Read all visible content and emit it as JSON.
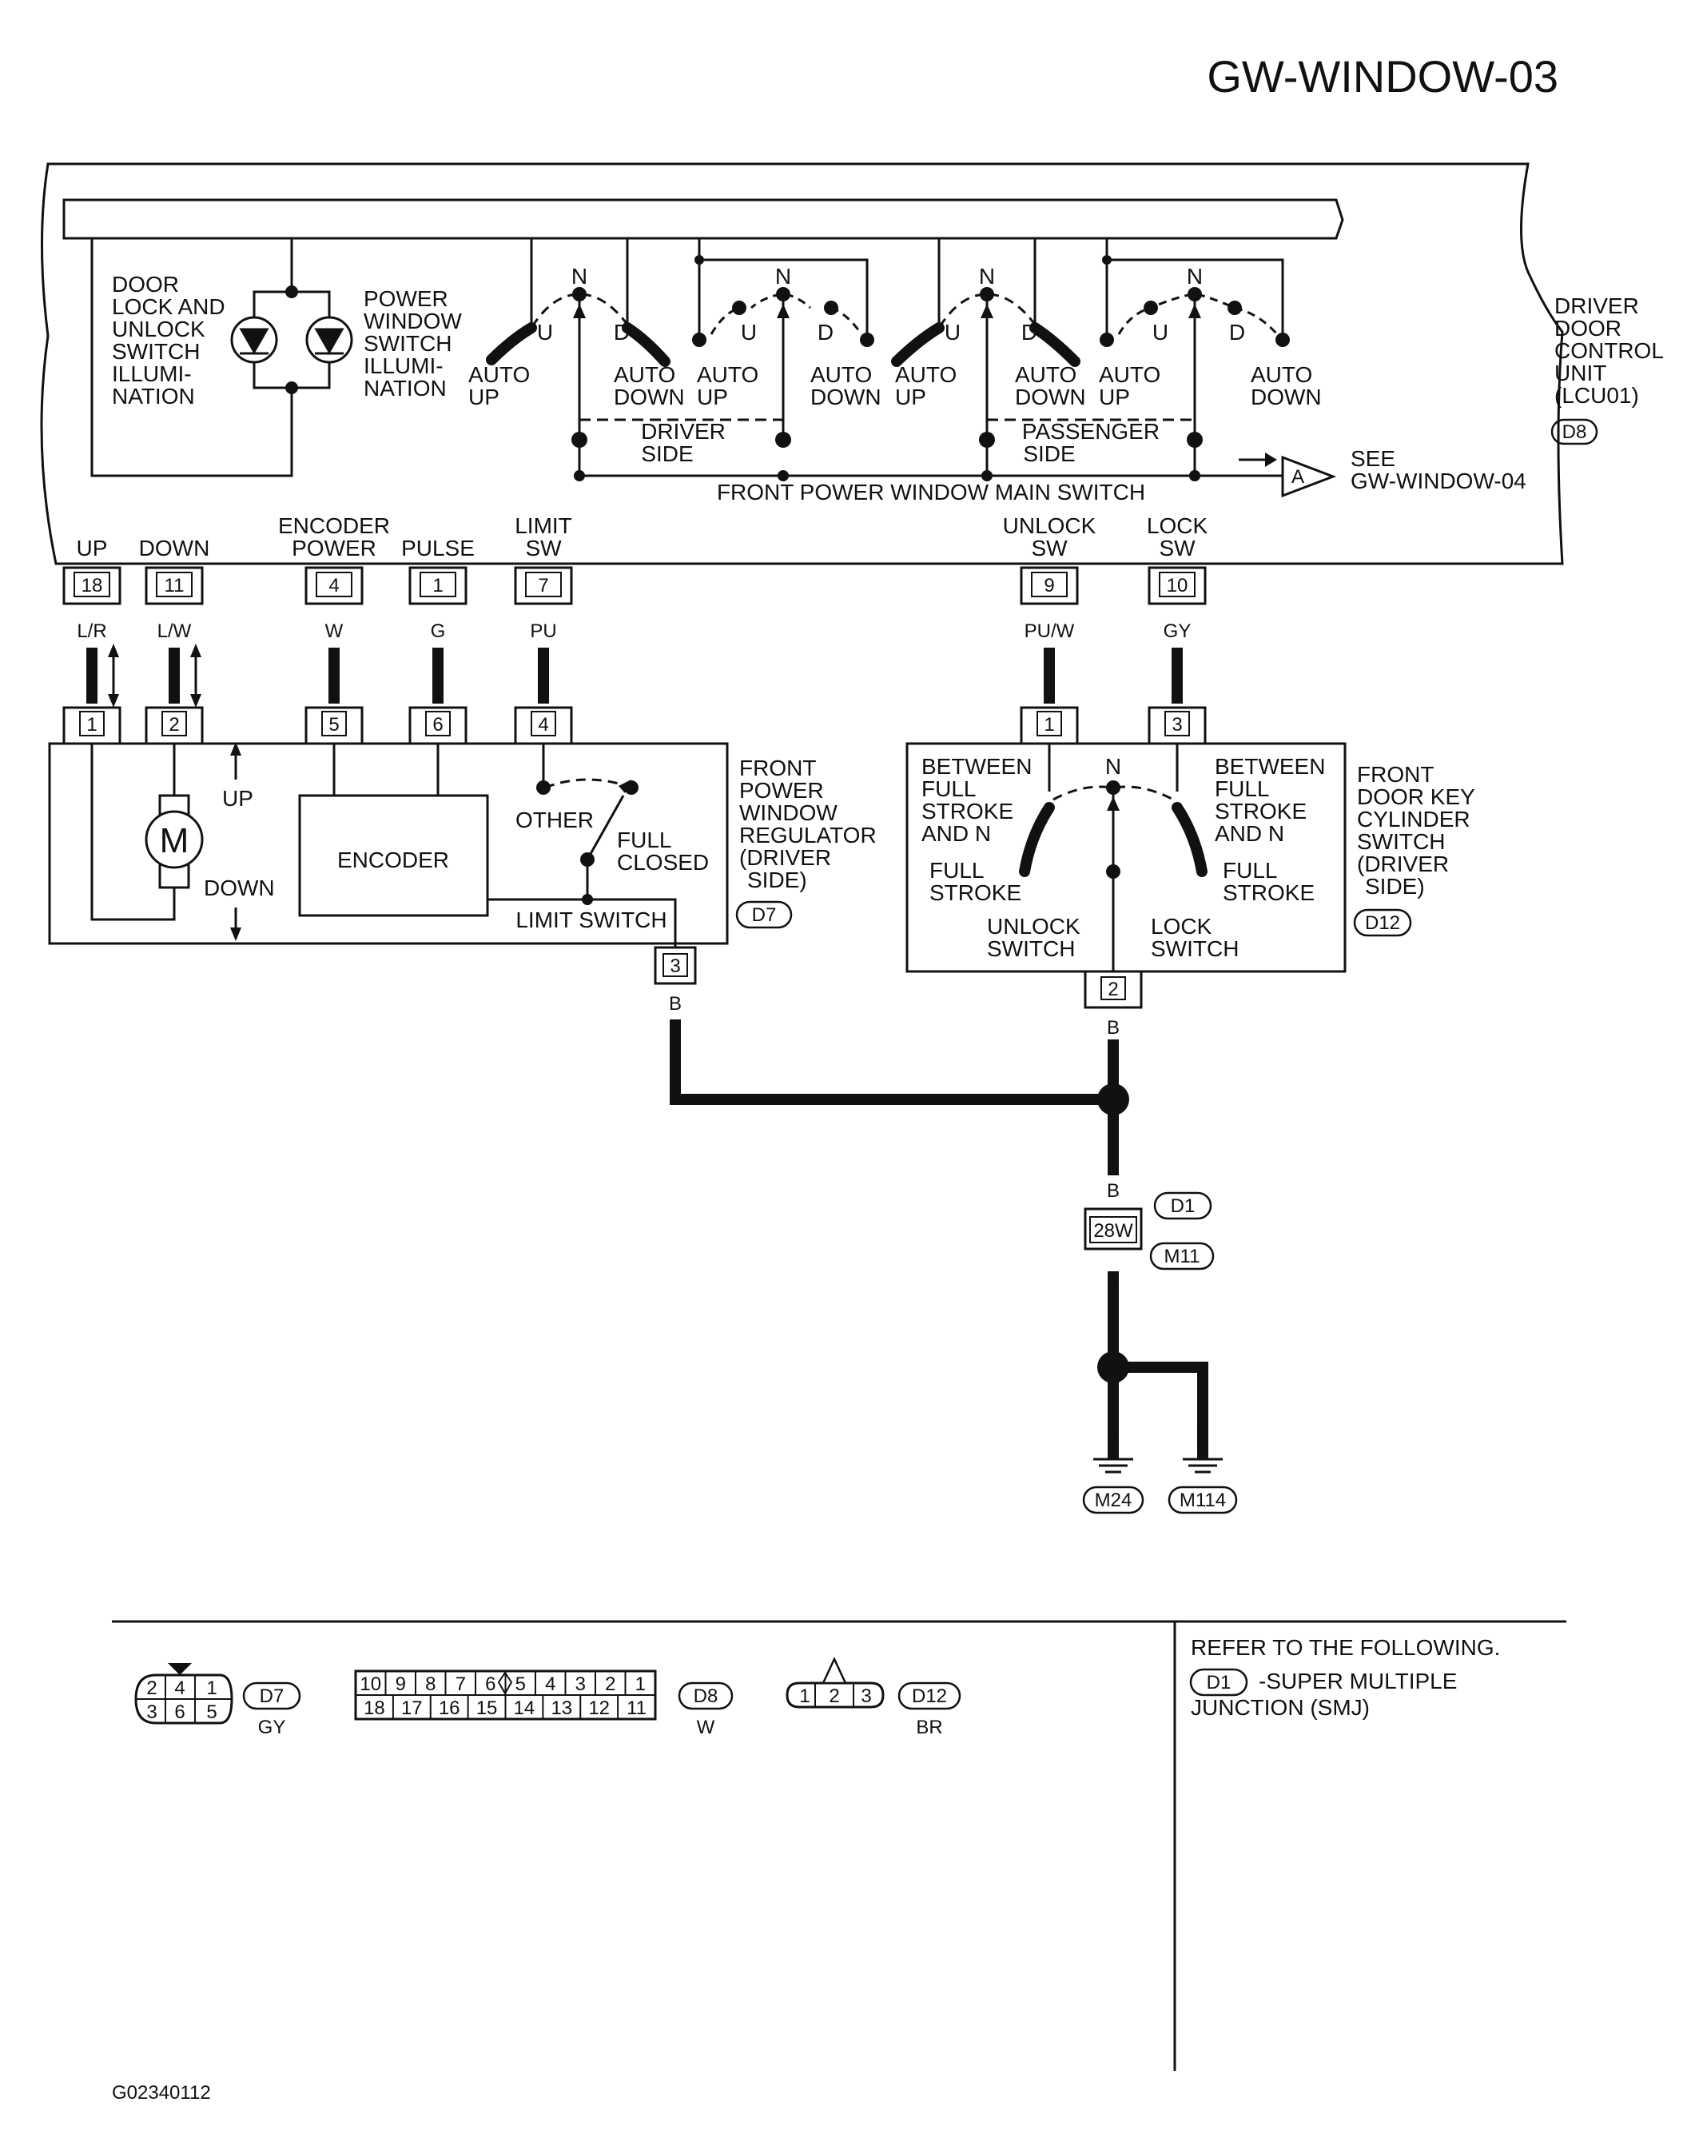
{
  "page_code": "GW-WINDOW-03",
  "figure_id": "G02340112",
  "lcu": {
    "label_lines": [
      "DRIVER",
      "DOOR",
      "CONTROL",
      "UNIT",
      "(LCU01)"
    ],
    "connector": "D8",
    "illum_left_lines": [
      "DOOR",
      "LOCK AND",
      "UNLOCK",
      "SWITCH",
      "ILLUMI-",
      "NATION"
    ],
    "illum_right_lines": [
      "POWER",
      "WINDOW",
      "SWITCH",
      "ILLUMI-",
      "NATION"
    ],
    "main_switch_label": "FRONT POWER WINDOW MAIN SWITCH",
    "driver_side_lines": [
      "DRIVER",
      "SIDE"
    ],
    "passenger_side_lines": [
      "PASSENGER",
      "SIDE"
    ],
    "sw_n": "N",
    "sw_u": "U",
    "sw_d": "D",
    "auto_up_lines": [
      "AUTO",
      "UP"
    ],
    "auto_down_lines": [
      "AUTO",
      "DOWN"
    ],
    "see_label_lines": [
      "SEE",
      "GW-WINDOW-04"
    ],
    "offpage_letter": "A"
  },
  "terminals": [
    {
      "name_lines": [
        "UP"
      ],
      "pin": "18",
      "wire": "L/R",
      "reg_pin": "1"
    },
    {
      "name_lines": [
        "DOWN"
      ],
      "pin": "11",
      "wire": "L/W",
      "reg_pin": "2"
    },
    {
      "name_lines": [
        "ENCODER",
        "POWER"
      ],
      "pin": "4",
      "wire": "W",
      "reg_pin": "5"
    },
    {
      "name_lines": [
        "PULSE"
      ],
      "pin": "1",
      "wire": "G",
      "reg_pin": "6"
    },
    {
      "name_lines": [
        "LIMIT",
        "SW"
      ],
      "pin": "7",
      "wire": "PU",
      "reg_pin": "4"
    },
    {
      "name_lines": [
        "UNLOCK",
        "SW"
      ],
      "pin": "9",
      "wire": "PU/W",
      "reg_pin": "1"
    },
    {
      "name_lines": [
        "LOCK",
        "SW"
      ],
      "pin": "10",
      "wire": "GY",
      "reg_pin": "3"
    }
  ],
  "regulator": {
    "label_lines": [
      "FRONT",
      "POWER",
      "WINDOW",
      "REGULATOR",
      "(DRIVER",
      "SIDE)"
    ],
    "connector": "D7",
    "motor_symbol": "M",
    "up": "UP",
    "down": "DOWN",
    "encoder": "ENCODER",
    "other": "OTHER",
    "full_closed_lines": [
      "FULL",
      "CLOSED"
    ],
    "limit_switch": "LIMIT SWITCH",
    "ground_pin": "3",
    "ground_wire": "B"
  },
  "key_switch": {
    "label_lines": [
      "FRONT",
      "DOOR KEY",
      "CYLINDER",
      "SWITCH",
      "(DRIVER",
      "SIDE)"
    ],
    "connector": "D12",
    "between_left_lines": [
      "BETWEEN",
      "FULL",
      "STROKE",
      "AND N"
    ],
    "between_right_lines": [
      "BETWEEN",
      "FULL",
      "STROKE",
      "AND N"
    ],
    "full_stroke_left_lines": [
      "FULL",
      "STROKE"
    ],
    "full_stroke_right_lines": [
      "FULL",
      "STROKE"
    ],
    "unlock_switch_lines": [
      "UNLOCK",
      "SWITCH"
    ],
    "lock_switch_lines": [
      "LOCK",
      "SWITCH"
    ],
    "n": "N",
    "ground_pin": "2",
    "ground_wire": "B"
  },
  "ground_path": {
    "wire": "B",
    "junction_pin": "28W",
    "junction_conn_top": "D1",
    "junction_conn_bottom": "M11",
    "ground_left": "M24",
    "ground_right": "M114"
  },
  "legend": {
    "d7": {
      "id": "D7",
      "color": "GY",
      "top_pins": [
        "2",
        "4",
        "1"
      ],
      "bottom_pins": [
        "3",
        "6",
        "5"
      ]
    },
    "d8": {
      "id": "D8",
      "color": "W",
      "top_pins": [
        "10",
        "9",
        "8",
        "7",
        "6",
        "5",
        "4",
        "3",
        "2",
        "1"
      ],
      "bottom_pins": [
        "18",
        "17",
        "16",
        "15",
        "14",
        "13",
        "12",
        "11"
      ]
    },
    "d12": {
      "id": "D12",
      "color": "BR",
      "pins": [
        "1",
        "2",
        "3"
      ]
    }
  },
  "refer": {
    "title": "REFER TO THE FOLLOWING.",
    "conn": "D1",
    "desc_line1": "-SUPER MULTIPLE",
    "desc_line2": "JUNCTION (SMJ)"
  }
}
